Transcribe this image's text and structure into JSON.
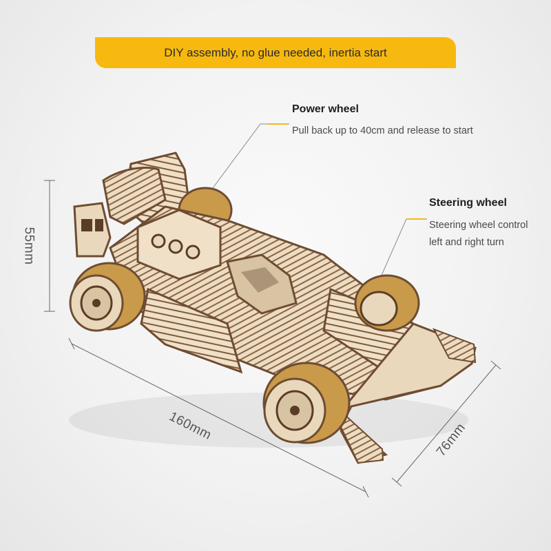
{
  "banner": {
    "text": "DIY assembly, no glue needed, inertia start"
  },
  "callouts": [
    {
      "title": "Power wheel",
      "description": "Pull back up to 40cm and release to start"
    },
    {
      "title": "Steering wheel",
      "description_lines": [
        "Steering wheel control",
        "left and right turn"
      ]
    }
  ],
  "dimensions": {
    "height": "55mm",
    "length": "160mm",
    "width": "76mm"
  },
  "colors": {
    "banner": "#f7b90f",
    "wood_light": "#ead8bd",
    "wood_dark": "#7a5436",
    "wheel_amber": "#c99a4a"
  }
}
